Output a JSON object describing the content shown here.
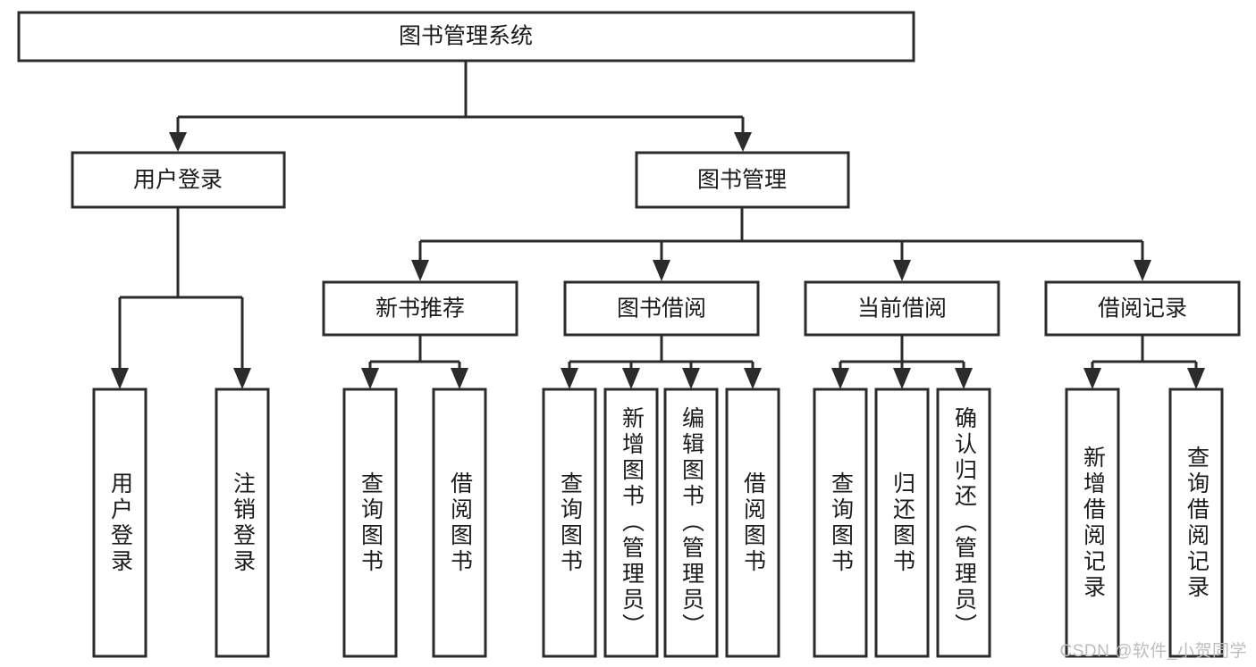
{
  "diagram": {
    "title": "图书管理系统",
    "type": "hierarchy-tree",
    "watermark": "CSDN @软件_小贺同学",
    "colors": {
      "stroke": "#2b2b2b",
      "fill": "#ffffff",
      "text": "#1b1b1b",
      "watermark": "#bdbdbd",
      "background": "#ffffff"
    },
    "levels": [
      {
        "level": 1,
        "nodes": [
          {
            "id": "root",
            "label": "图书管理系统",
            "orientation": "horizontal"
          }
        ]
      },
      {
        "level": 2,
        "nodes": [
          {
            "id": "user-login",
            "label": "用户登录",
            "orientation": "horizontal",
            "parent": "root"
          },
          {
            "id": "book-manage",
            "label": "图书管理",
            "orientation": "horizontal",
            "parent": "root"
          }
        ]
      },
      {
        "level": 3,
        "nodes": [
          {
            "id": "new-book-rec",
            "label": "新书推荐",
            "orientation": "horizontal",
            "parent": "book-manage"
          },
          {
            "id": "book-borrow",
            "label": "图书借阅",
            "orientation": "horizontal",
            "parent": "book-manage"
          },
          {
            "id": "current-borrow",
            "label": "当前借阅",
            "orientation": "horizontal",
            "parent": "book-manage"
          },
          {
            "id": "borrow-record",
            "label": "借阅记录",
            "orientation": "horizontal",
            "parent": "book-manage"
          }
        ]
      },
      {
        "level": 4,
        "nodes": [
          {
            "id": "leaf-user-login",
            "label": "用户登录",
            "orientation": "vertical",
            "parent": "user-login"
          },
          {
            "id": "leaf-logout-login",
            "label": "注销登录",
            "orientation": "vertical",
            "parent": "user-login"
          },
          {
            "id": "leaf-query-book-1",
            "label": "查询图书",
            "orientation": "vertical",
            "parent": "new-book-rec"
          },
          {
            "id": "leaf-borrow-book-1",
            "label": "借阅图书",
            "orientation": "vertical",
            "parent": "new-book-rec"
          },
          {
            "id": "leaf-query-book-2",
            "label": "查询图书",
            "orientation": "vertical",
            "parent": "book-borrow"
          },
          {
            "id": "leaf-add-book",
            "label": "新增图书（管理员）",
            "orientation": "vertical",
            "parent": "book-borrow"
          },
          {
            "id": "leaf-edit-book",
            "label": "编辑图书（管理员）",
            "orientation": "vertical",
            "parent": "book-borrow"
          },
          {
            "id": "leaf-borrow-book-2",
            "label": "借阅图书",
            "orientation": "vertical",
            "parent": "book-borrow"
          },
          {
            "id": "leaf-query-book-3",
            "label": "查询图书",
            "orientation": "vertical",
            "parent": "current-borrow"
          },
          {
            "id": "leaf-return-book",
            "label": "归还图书",
            "orientation": "vertical",
            "parent": "current-borrow"
          },
          {
            "id": "leaf-confirm-return",
            "label": "确认归还（管理员）",
            "orientation": "vertical",
            "parent": "current-borrow"
          },
          {
            "id": "leaf-add-record",
            "label": "新增借阅记录",
            "orientation": "vertical",
            "parent": "borrow-record"
          },
          {
            "id": "leaf-query-record",
            "label": "查询借阅记录",
            "orientation": "vertical",
            "parent": "borrow-record"
          }
        ]
      }
    ]
  }
}
